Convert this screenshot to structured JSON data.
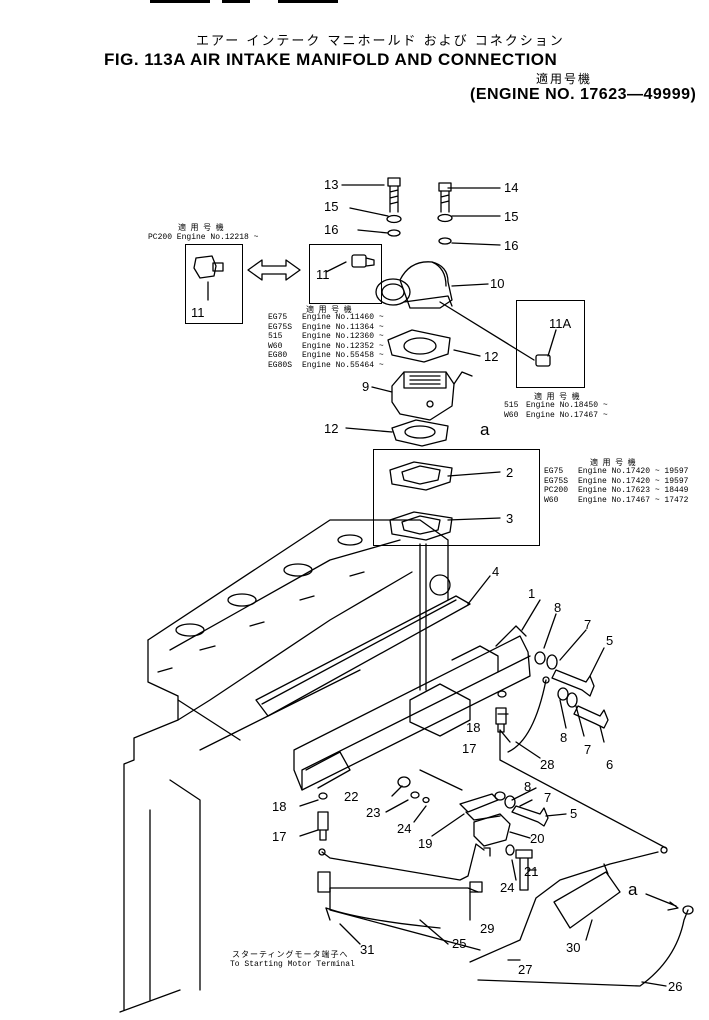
{
  "header": {
    "title_jp": "エアー インテーク マニホールド および コネクション",
    "fig_label": "FIG. 113A  AIR INTAKE MANIFOLD AND CONNECTION",
    "applicable_jp": "適用号機",
    "engine_range": "(ENGINE NO. 17623—49999)"
  },
  "boxes": {
    "pc200_box": {
      "applic": "適 用 号 機",
      "engine": "PC200 Engine No.12218 ~",
      "part": "11"
    },
    "left_box": {
      "part": "11",
      "applic": "適 用 号 機",
      "rows": [
        {
          "model": "EG75",
          "engine": "Engine No.11460 ~"
        },
        {
          "model": "EG75S",
          "engine": "Engine No.11364 ~"
        },
        {
          "model": "515",
          "engine": "Engine No.12360 ~"
        },
        {
          "model": "W60",
          "engine": "Engine No.12352 ~"
        },
        {
          "model": "EG80",
          "engine": "Engine No.55458 ~"
        },
        {
          "model": "EG80S",
          "engine": "Engine No.55464 ~"
        }
      ]
    },
    "right_box": {
      "part": "11A",
      "applic": "適 用 号 機",
      "rows": [
        {
          "model": "515",
          "engine": "Engine No.18450 ~"
        },
        {
          "model": "W60",
          "engine": "Engine No.17467 ~"
        }
      ]
    },
    "gasket_box": {
      "applic": "適 用 号 機",
      "rows": [
        {
          "model": "EG75",
          "engine": "Engine No.17420 ~ 19597"
        },
        {
          "model": "EG75S",
          "engine": "Engine No.17420 ~ 19597"
        },
        {
          "model": "PC200",
          "engine": "Engine No.17623 ~ 18449"
        },
        {
          "model": "W60",
          "engine": "Engine No.17467 ~ 17472"
        }
      ]
    }
  },
  "callouts": [
    {
      "id": "13",
      "label": "13"
    },
    {
      "id": "14",
      "label": "14"
    },
    {
      "id": "15a",
      "label": "15"
    },
    {
      "id": "15b",
      "label": "15"
    },
    {
      "id": "16a",
      "label": "16"
    },
    {
      "id": "16b",
      "label": "16"
    },
    {
      "id": "10",
      "label": "10"
    },
    {
      "id": "12a",
      "label": "12"
    },
    {
      "id": "9",
      "label": "9"
    },
    {
      "id": "12b",
      "label": "12"
    },
    {
      "id": "a1",
      "label": "a"
    },
    {
      "id": "2",
      "label": "2"
    },
    {
      "id": "3",
      "label": "3"
    },
    {
      "id": "4",
      "label": "4"
    },
    {
      "id": "1",
      "label": "1"
    },
    {
      "id": "8a",
      "label": "8"
    },
    {
      "id": "7a",
      "label": "7"
    },
    {
      "id": "5a",
      "label": "5"
    },
    {
      "id": "8b",
      "label": "8"
    },
    {
      "id": "7b",
      "label": "7"
    },
    {
      "id": "6",
      "label": "6"
    },
    {
      "id": "18a",
      "label": "18"
    },
    {
      "id": "17a",
      "label": "17"
    },
    {
      "id": "28",
      "label": "28"
    },
    {
      "id": "22",
      "label": "22"
    },
    {
      "id": "23",
      "label": "23"
    },
    {
      "id": "24a",
      "label": "24"
    },
    {
      "id": "18b",
      "label": "18"
    },
    {
      "id": "17b",
      "label": "17"
    },
    {
      "id": "19",
      "label": "19"
    },
    {
      "id": "8c",
      "label": "8"
    },
    {
      "id": "7c",
      "label": "7"
    },
    {
      "id": "5b",
      "label": "5"
    },
    {
      "id": "20",
      "label": "20"
    },
    {
      "id": "24b",
      "label": "24"
    },
    {
      "id": "21",
      "label": "21"
    },
    {
      "id": "29",
      "label": "29"
    },
    {
      "id": "25",
      "label": "25"
    },
    {
      "id": "31",
      "label": "31"
    },
    {
      "id": "27",
      "label": "27"
    },
    {
      "id": "30",
      "label": "30"
    },
    {
      "id": "a2",
      "label": "a"
    },
    {
      "id": "26",
      "label": "26"
    }
  ],
  "footer_note": {
    "jp": "スターティングモータ端子へ",
    "en": "To Starting Motor Terminal"
  }
}
